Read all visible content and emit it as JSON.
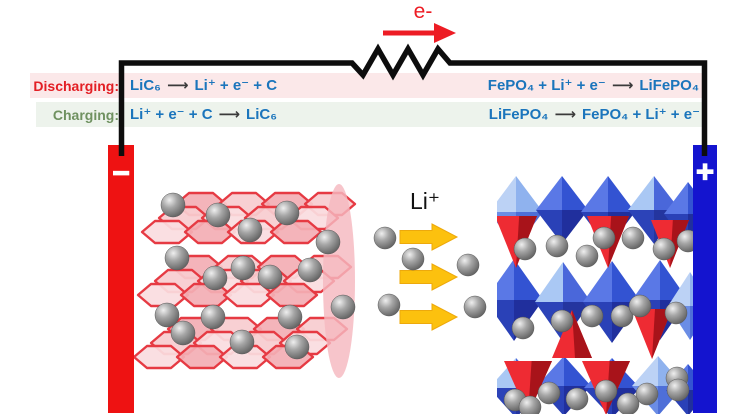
{
  "diagram": {
    "electron_flow_label": "e-",
    "lithium_ion_label": "Li⁺",
    "negative_terminal_sign": "−",
    "positive_terminal_sign": "+"
  },
  "reactions": {
    "arrow_glyph": "⟶",
    "discharging_label": "Discharging:",
    "charging_label": "Charging:",
    "anode_discharge": {
      "lhs": "LiC₆",
      "rhs": "Li⁺ + e⁻ + C"
    },
    "anode_charge": {
      "lhs": "Li⁺ + e⁻ + C",
      "rhs": "LiC₆"
    },
    "cathode_discharge": {
      "lhs": "FePO₄ + Li⁺ + e⁻",
      "rhs": "LiFePO₄"
    },
    "cathode_charge": {
      "lhs": "LiFePO₄",
      "rhs": "FePO₄ + Li⁺ + e⁻"
    }
  },
  "colors": {
    "wire_black": "#0d0d0d",
    "electron_red": "#ed1c24",
    "discharge_band_bg": "#fbe8e9",
    "charge_band_bg": "#edf3ec",
    "equation_blue": "#1b75bc",
    "discharging_label_red": "#e31e24",
    "charging_label_green": "#6f9160",
    "negative_electrode_red": "#ee1212",
    "positive_electrode_blue": "#1414cf",
    "ion_arrow_yellow": "#fcc10e",
    "graphene_stroke_red": "#e63a43",
    "graphene_fill_dark": "#f3aeb5",
    "graphene_fill_mid": "#f8ccd0",
    "graphene_fill_light": "#fadde0",
    "electrolyte_ellipse_pink": "#f5b8bf",
    "octahedron_blue": "#3353d2",
    "tetrahedron_red": "#ee2b33",
    "lithium_sphere_gray": "#8a8a8a"
  }
}
